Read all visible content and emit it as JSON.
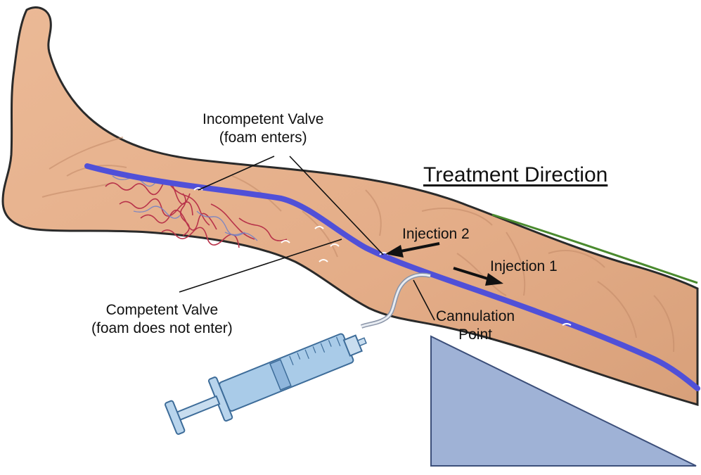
{
  "title": "Treatment Direction",
  "labels": {
    "incompetent_valve": {
      "line1": "Incompetent Valve",
      "line2": "(foam enters)"
    },
    "competent_valve": {
      "line1": "Competent Valve",
      "line2": "(foam does not enter)"
    },
    "injection_2": "Injection 2",
    "injection_1": "Injection 1",
    "cannulation": {
      "line1": "Cannulation",
      "line2": "Point"
    }
  },
  "colors": {
    "skin": "#e2ab86",
    "skin_outline": "#2a2a2a",
    "vein": "#5050d8",
    "varicose_red": "#b8334a",
    "wedge": "#9fb2d6",
    "grass": "#4a8a2e",
    "syringe": "#a9cbe8"
  },
  "icons": [
    "arrow-left-icon",
    "arrow-right-icon",
    "syringe-icon",
    "valve-icon"
  ]
}
